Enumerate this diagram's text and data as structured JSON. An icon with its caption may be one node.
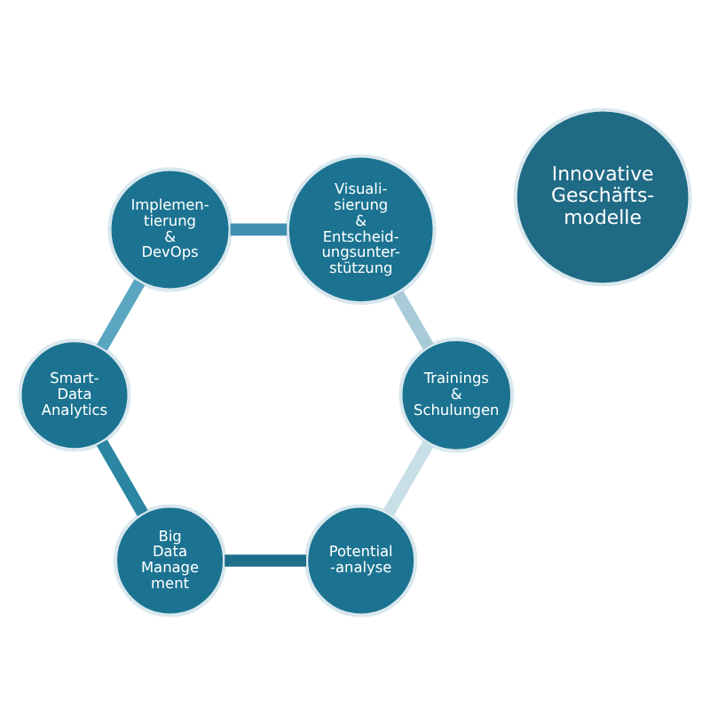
{
  "diagram": {
    "nodes": [
      {
        "text": [
          "Innovative Geschäfts- modelle"
        ]
      },
      {
        "text": [
          "Potential -analyse"
        ]
      },
      {
        "text": [
          "Big Data Manage ment"
        ]
      },
      {
        "text": [
          "Smart- Data Analytics"
        ]
      },
      {
        "text": [
          "Implemen- tierung & DevOps"
        ]
      },
      {
        "text": [
          "Visuali- sierung & Entscheid- ungsunter- stützung"
        ]
      },
      {
        "text": [
          "Trainings & Schulungen"
        ]
      }
    ],
    "edges": [
      {
        "from": 1,
        "to": 2,
        "arrow": "none",
        "color": "#1d6f8c"
      },
      {
        "from": 2,
        "to": 3,
        "arrow": "none",
        "color": "#2a86a3"
      },
      {
        "from": 3,
        "to": 4,
        "arrow": "none",
        "color": "#5aa6c0"
      },
      {
        "from": 4,
        "to": 5,
        "arrow": "none",
        "color": "#3f8fb0"
      },
      {
        "from": 5,
        "to": 6,
        "arrow": "none",
        "color": "#a9cbd8"
      },
      {
        "from": 6,
        "to": 1,
        "arrow": "none",
        "color": "#c9dfe7"
      }
    ]
  }
}
